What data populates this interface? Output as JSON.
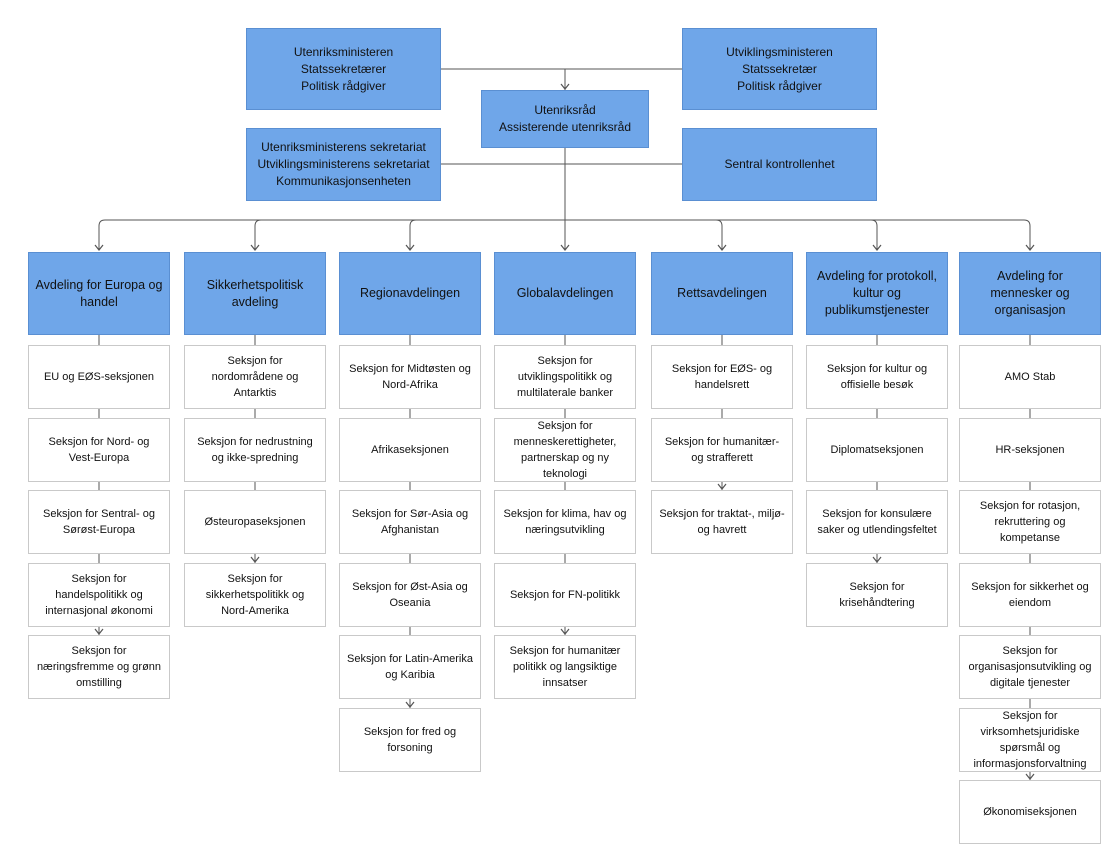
{
  "top": {
    "left_ministers": [
      "Utenriksministeren",
      "Statssekretærer",
      "Politisk rådgiver"
    ],
    "right_ministers": [
      "Utviklingsministeren",
      "Statssekretær",
      "Politisk rådgiver"
    ],
    "center": [
      "Utenriksråd",
      "Assisterende utenriksråd"
    ],
    "secretariats": [
      "Utenriksministerens sekretariat",
      "Utviklingsministerens sekretariat",
      "Kommunikasjonsenheten"
    ],
    "control": [
      "Sentral kontrollenhet"
    ]
  },
  "departments": [
    {
      "title": "Avdeling for Europa og handel",
      "sections": [
        "EU og EØS-seksjonen",
        "Seksjon for Nord- og Vest-Europa",
        "Seksjon for Sentral- og Sørøst-Europa",
        "Seksjon for handelspolitikk og internasjonal økonomi",
        "Seksjon for næringsfremme og grønn omstilling"
      ]
    },
    {
      "title": "Sikkerhetspolitisk avdeling",
      "sections": [
        "Seksjon for nordområdene og Antarktis",
        "Seksjon for nedrustning og ikke-spredning",
        "Østeuropaseksjonen",
        "Seksjon for sikkerhetspolitikk og Nord-Amerika"
      ]
    },
    {
      "title": "Regionavdelingen",
      "sections": [
        "Seksjon for Midtøsten og Nord-Afrika",
        "Afrikaseksjonen",
        "Seksjon for Sør-Asia og Afghanistan",
        "Seksjon for Øst-Asia og Oseania",
        "Seksjon for Latin-Amerika og Karibia",
        "Seksjon for fred og forsoning"
      ]
    },
    {
      "title": "Globalavdelingen",
      "sections": [
        "Seksjon for utviklingspolitikk og multilaterale banker",
        "Seksjon for menneskerettigheter, partnerskap og ny teknologi",
        "Seksjon for klima, hav og næringsutvikling",
        "Seksjon for FN-politikk",
        "Seksjon for humanitær politikk og langsiktige innsatser"
      ]
    },
    {
      "title": "Rettsavdelingen",
      "sections": [
        "Seksjon for EØS- og handelsrett",
        "Seksjon for humanitær- og strafferett",
        "Seksjon for traktat-, miljø- og havrett"
      ]
    },
    {
      "title": "Avdeling for protokoll, kultur og publikumstjenester",
      "sections": [
        "Seksjon for kultur og offisielle besøk",
        "Diplomatseksjonen",
        "Seksjon for konsulære saker og utlendingsfeltet",
        "Seksjon for krisehåndtering"
      ]
    },
    {
      "title": "Avdeling for mennesker og organisasjon",
      "sections": [
        "AMO Stab",
        "HR-seksjonen",
        "Seksjon for rotasjon, rekruttering og kompetanse",
        "Seksjon for sikkerhet og eiendom",
        "Seksjon for organisasjonsutvikling og digitale tjenester",
        "Seksjon for virksomhetsjuridiske spørsmål og informasjonsforvaltning",
        "Økonomiseksjonen"
      ]
    }
  ]
}
